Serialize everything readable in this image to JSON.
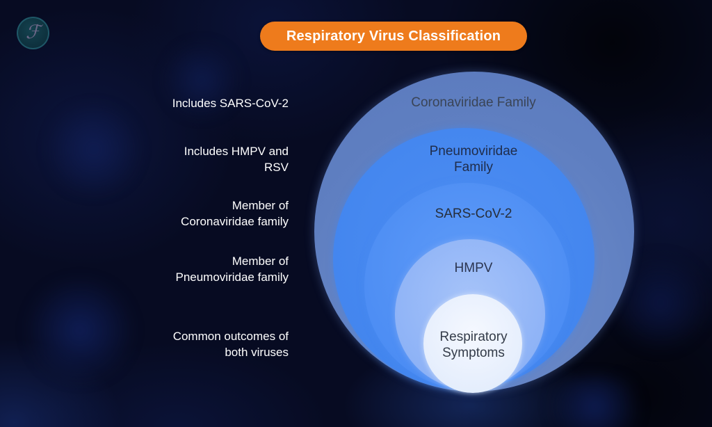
{
  "logo": {
    "monogram": "ℱ"
  },
  "title": {
    "label": "Respiratory Virus Classification",
    "bg_color": "#ee7b1c",
    "text_color": "#ffffff"
  },
  "diagram": {
    "type": "nested-circles",
    "annotation_color": "#ffffff",
    "rings": [
      {
        "label": "Coronaviridae Family",
        "annotation": "Includes SARS-CoV-2",
        "fill": "#5f7fc1",
        "label_color": "#3a4456"
      },
      {
        "label": "Pneumoviridae\nFamily",
        "annotation": "Includes HMPV and\nRSV",
        "fill": "#4285ee",
        "label_color": "#1f2c4a"
      },
      {
        "label": "SARS-CoV-2",
        "annotation": "Member of\nCoronaviridae family",
        "fill": "#4b8cf3",
        "label_color": "#262e3c"
      },
      {
        "label": "HMPV",
        "annotation": "Member of\nPneumoviridae family",
        "fill": "#8ab0f6",
        "label_color": "#2b3550"
      },
      {
        "label": "Respiratory\nSymptoms",
        "annotation": "Common outcomes of\nboth viruses",
        "fill": "#e2ecfc",
        "label_color": "#333b48"
      }
    ]
  }
}
